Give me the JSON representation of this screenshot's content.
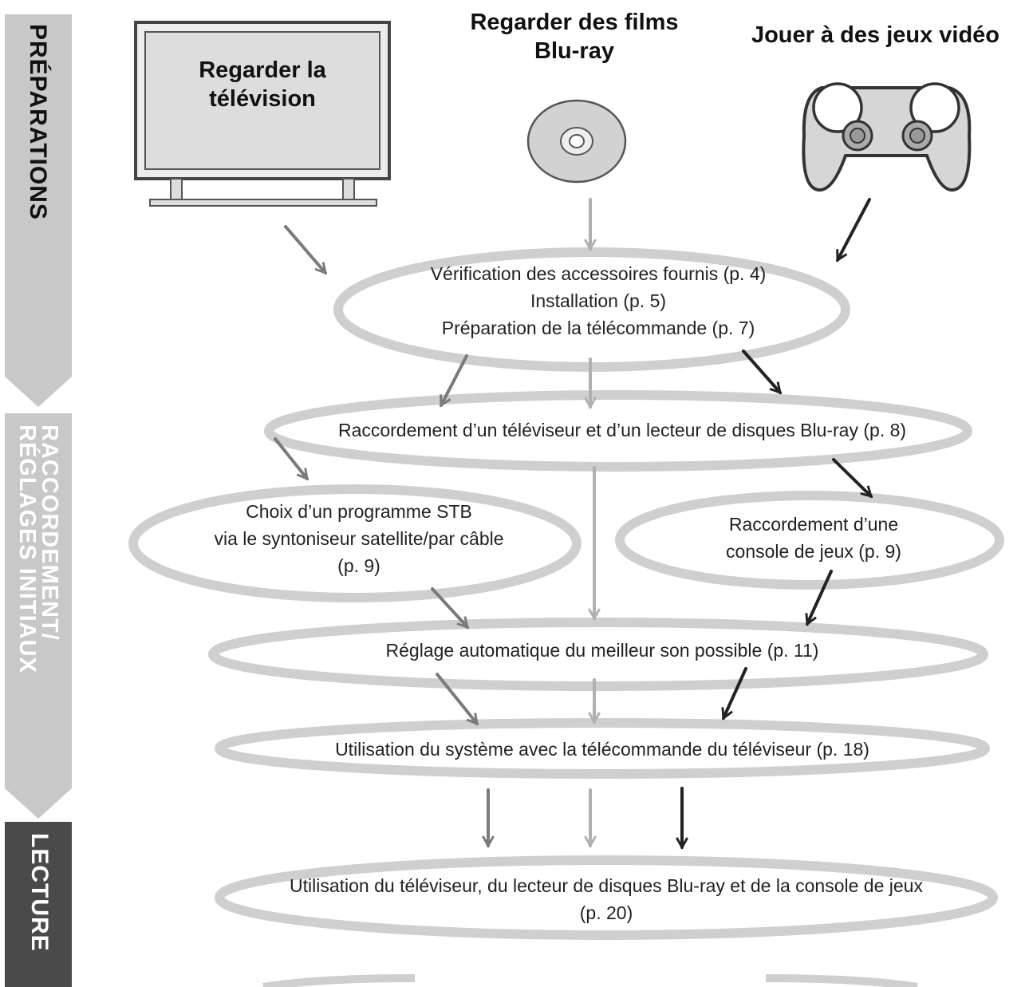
{
  "sections": {
    "preparations": "PRÉPARATIONS",
    "raccordement_line1": "RACCORDEMENT/",
    "raccordement_line2": "RÉGLAGES INITIAUX",
    "lecture": "LECTURE"
  },
  "sources": {
    "tv_line1": "Regarder la",
    "tv_line2": "télévision",
    "bluray_line1": "Regarder des films",
    "bluray_line2": "Blu-ray",
    "game": "Jouer à des jeux vidéo"
  },
  "steps": {
    "prep_line1": "Vérification des accessoires fournis (p. 4)",
    "prep_line2": "Installation (p. 5)",
    "prep_line3": "Préparation de la télécommande (p. 7)",
    "connect_tv_bluray": "Raccordement d’un téléviseur et d’un lecteur de disques Blu-ray (p. 8)",
    "stb_line1": "Choix d’un programme STB",
    "stb_line2": "via le syntoniseur satellite/par câble",
    "stb_line3": "(p. 9)",
    "console_line1": "Raccordement d’une",
    "console_line2": "console de jeux (p. 9)",
    "auto_sound": "Réglage automatique du meilleur son possible (p. 11)",
    "tv_remote": "Utilisation du système avec la télécommande du téléviseur (p. 18)",
    "usage_line1": "Utilisation du téléviseur, du lecteur de disques Blu-ray et de la console de jeux",
    "usage_line2": "(p. 20)"
  },
  "colors": {
    "tab_light": "#c8c8c8",
    "tab_dark": "#4a4a4a",
    "ellipse_stroke": "#cfcfcf",
    "arrow_dark": "#222222",
    "arrow_mid": "#7a7a7a",
    "arrow_light": "#b0b0b0"
  }
}
